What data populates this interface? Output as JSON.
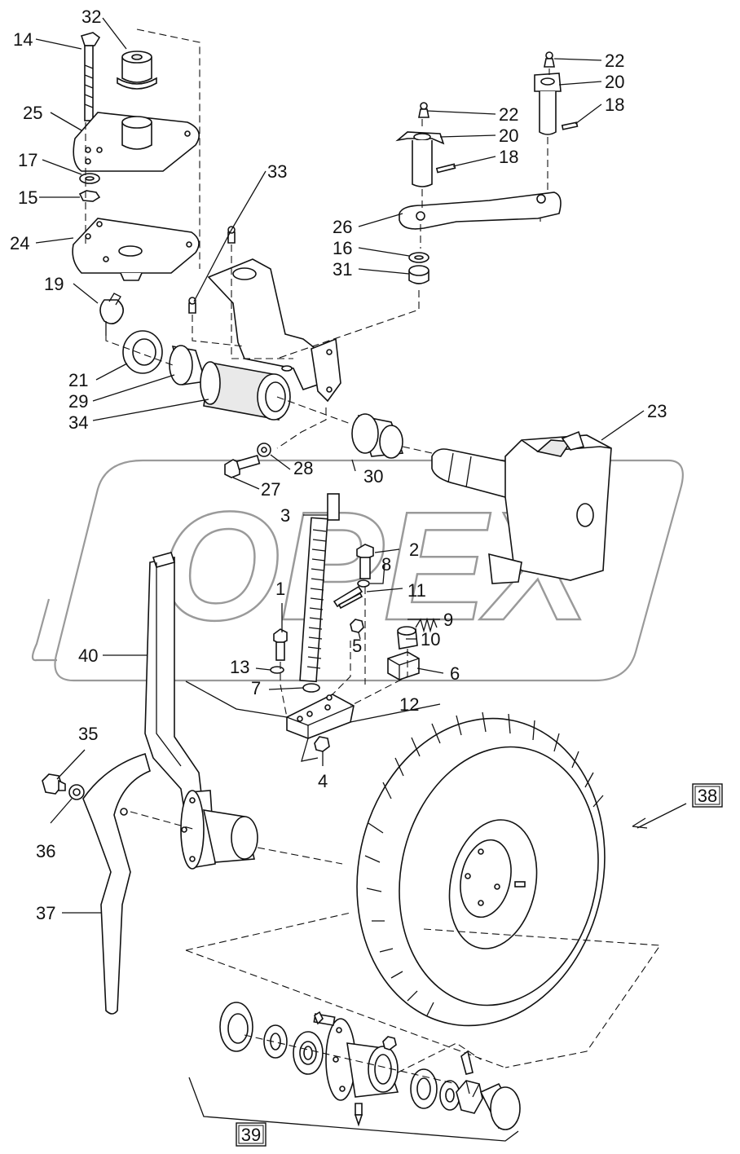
{
  "watermark": "OPEX",
  "part_labels": {
    "p1": "1",
    "p2": "2",
    "p3": "3",
    "p4": "4",
    "p5": "5",
    "p6": "6",
    "p7": "7",
    "p8": "8",
    "p9": "9",
    "p10": "10",
    "p11": "11",
    "p12": "12",
    "p13": "13",
    "p14": "14",
    "p15": "15",
    "p16": "16",
    "p17": "17",
    "p18a": "18",
    "p18b": "18",
    "p19": "19",
    "p20a": "20",
    "p20b": "20",
    "p21": "21",
    "p22a": "22",
    "p22b": "22",
    "p23": "23",
    "p24": "24",
    "p25": "25",
    "p26": "26",
    "p27": "27",
    "p28": "28",
    "p29": "29",
    "p30": "30",
    "p31": "31",
    "p32": "32",
    "p33": "33",
    "p34": "34",
    "p35": "35",
    "p36": "36",
    "p37": "37",
    "p40": "40"
  },
  "assembly_labels": {
    "a38": "38",
    "a39": "39"
  },
  "colors": {
    "line": "#111111",
    "watermark": "#9a9a9a",
    "background": "#ffffff"
  }
}
